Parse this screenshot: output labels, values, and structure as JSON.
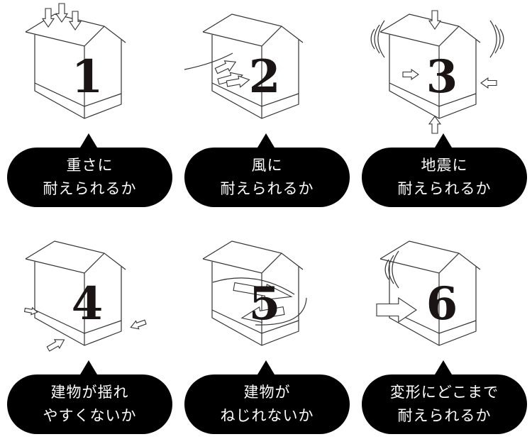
{
  "panels": [
    {
      "number": "1",
      "line1": "重さに",
      "line2": "耐えられるか",
      "icon": "downward-load-arrows"
    },
    {
      "number": "2",
      "line1": "風に",
      "line2": "耐えられるか",
      "icon": "wind-arrows"
    },
    {
      "number": "3",
      "line1": "地震に",
      "line2": "耐えられるか",
      "icon": "earthquake-arrows"
    },
    {
      "number": "4",
      "line1": "建物が揺れ",
      "line2": "やすくないか",
      "icon": "sway-arrows"
    },
    {
      "number": "5",
      "line1": "建物が",
      "line2": "ねじれないか",
      "icon": "twist-arrows"
    },
    {
      "number": "6",
      "line1": "変形にどこまで",
      "line2": "耐えられるか",
      "icon": "deformation-arrow"
    }
  ],
  "colors": {
    "line": "#333333",
    "bubble": "#000000",
    "text": "#ffffff"
  }
}
